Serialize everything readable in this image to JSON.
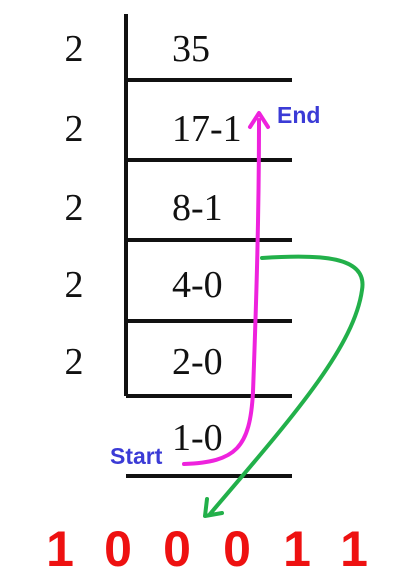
{
  "rows": [
    {
      "divisor": "2",
      "value": "35"
    },
    {
      "divisor": "2",
      "value": "17-1"
    },
    {
      "divisor": "2",
      "value": "8-1"
    },
    {
      "divisor": "2",
      "value": "4-0"
    },
    {
      "divisor": "2",
      "value": "2-0"
    },
    {
      "divisor": "",
      "value": "1-0"
    }
  ],
  "labels": {
    "start": "Start",
    "end": "End"
  },
  "result_digits": [
    "1",
    "0",
    "0",
    "0",
    "1",
    "1"
  ],
  "colors": {
    "line": "#111111",
    "label": "#3b3bd6",
    "magenta_arrow": "#ee22dd",
    "green_arrow": "#22b04a",
    "result": "#ee1111"
  }
}
